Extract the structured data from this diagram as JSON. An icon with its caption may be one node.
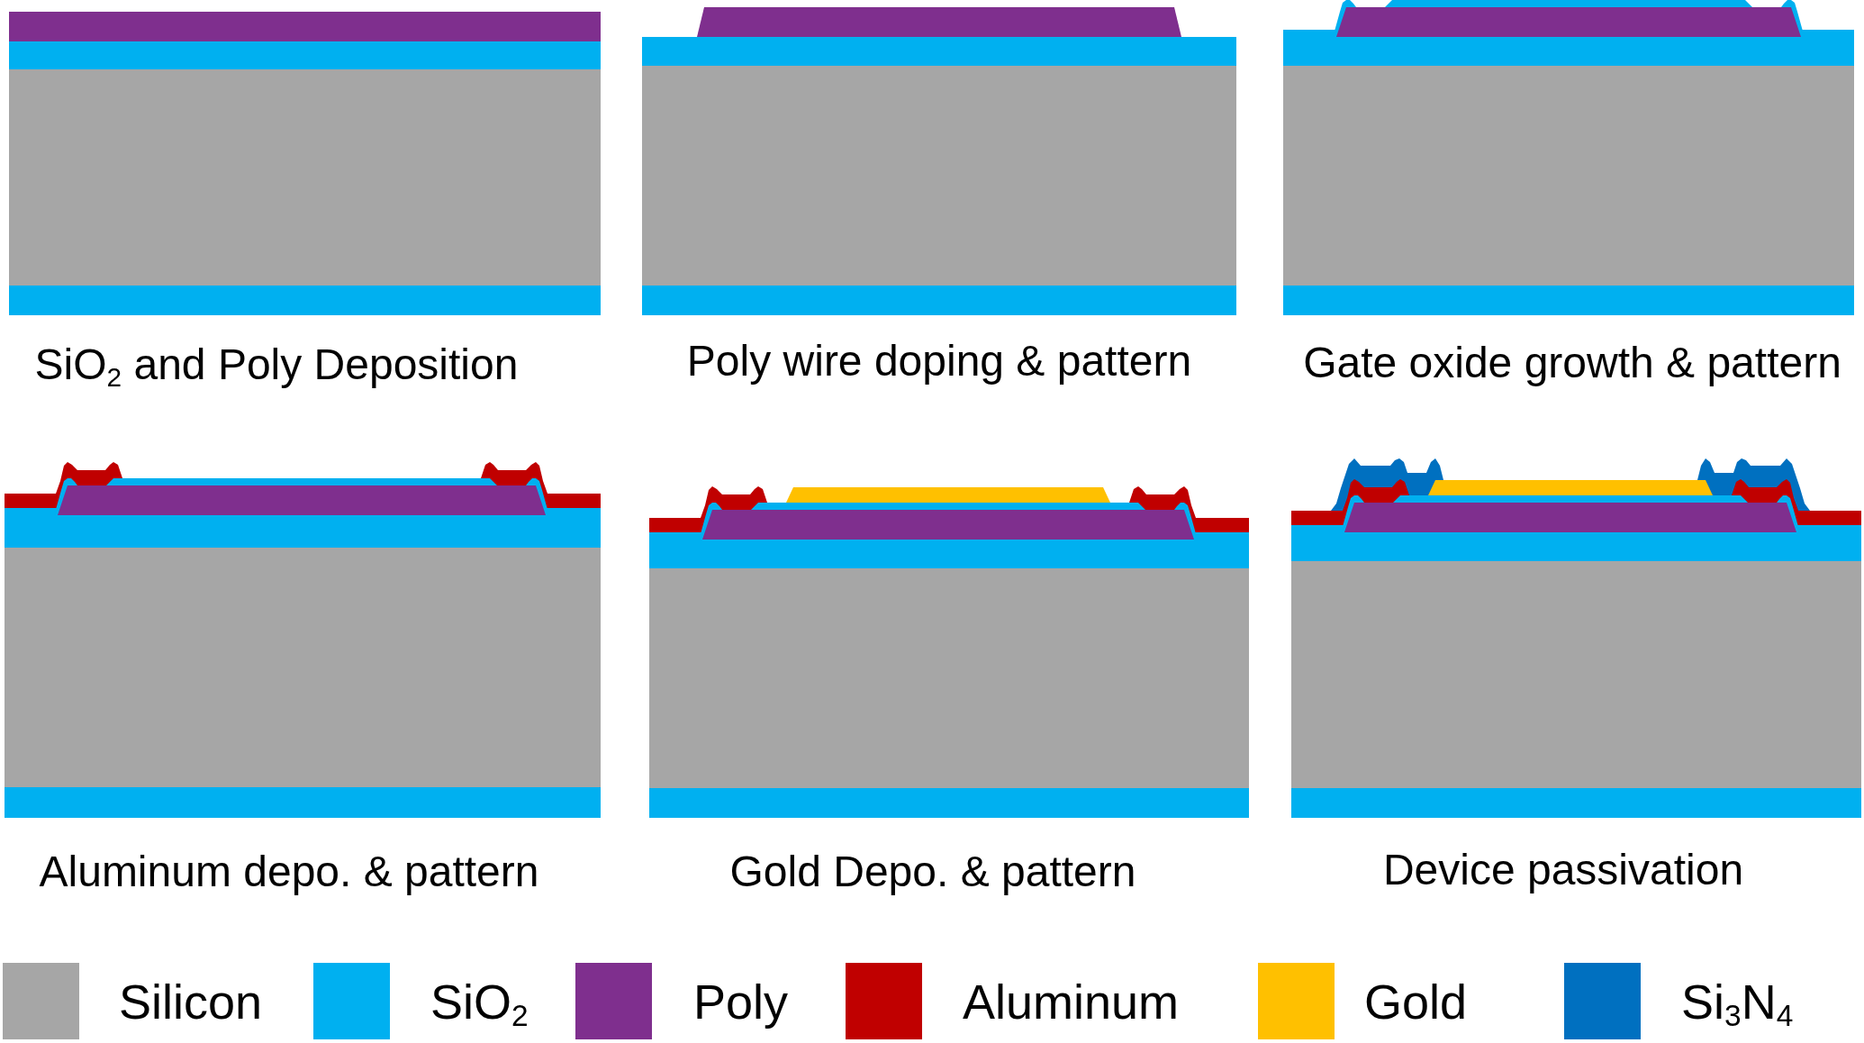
{
  "diagram": {
    "labels": [
      "SiO$_{2}$ and Poly Deposition",
      "Poly wire doping & pattern",
      "Gate oxide growth & pattern",
      "Aluminum depo. & pattern",
      "Gold Depo. & pattern",
      "Device passivation"
    ],
    "legend": [
      {
        "text": "Silicon",
        "color": "#a6a6a6"
      },
      {
        "text": "SiO$_{2}$",
        "color": "#00b0f0"
      },
      {
        "text": "Poly",
        "color": "#7f2f8e"
      },
      {
        "text": "Aluminum",
        "color": "#c00000"
      },
      {
        "text": "Gold",
        "color": "#ffc000"
      },
      {
        "text": "Si$_{3}$N$_{4}$",
        "color": "#0070c0"
      }
    ]
  }
}
